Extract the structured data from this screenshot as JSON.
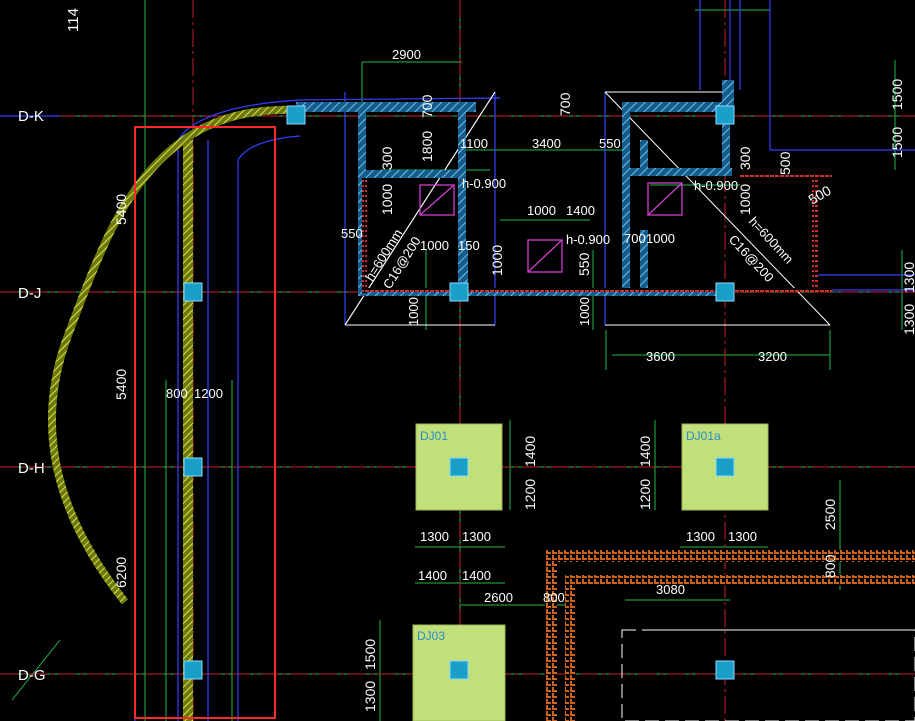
{
  "drawing": {
    "top_number": "114",
    "axes": {
      "dk": "D-K",
      "dj": "D-J",
      "dh": "D-H",
      "dg": "D-G"
    },
    "dims": {
      "d2900": "2900",
      "d3400": "3400",
      "d550a": "550",
      "d1100": "1100",
      "d700a": "700",
      "d700b": "700",
      "d1500a": "1500",
      "d1500b": "1500",
      "d1300r": "1300",
      "d1300r2": "1300",
      "d1800": "1800",
      "d300a": "300",
      "d1000a": "1000",
      "d550b": "550",
      "d1000b": "1000",
      "d150": "150",
      "d1000c": "1000",
      "d1400a": "1400",
      "d1000d": "1000",
      "d550c": "550",
      "d700c": "700",
      "d1000e": "1000",
      "d300b": "300",
      "d500a": "500",
      "d1000f": "1000",
      "d500b": "500",
      "d1000g": "1000",
      "d1000h": "1000",
      "d3600": "3600",
      "d3200": "3200",
      "d5400a": "5400",
      "d5400b": "5400",
      "d6200": "6200",
      "d800a": "800",
      "d1200a": "1200",
      "d1400b": "1400",
      "d1200b": "1200",
      "d1300a": "1300",
      "d1300b": "1300",
      "d1400c": "1400",
      "d1200c": "1200",
      "d1300c": "1300",
      "d1300d": "1300",
      "d2500": "2500",
      "d800b": "800",
      "d1400d": "1400",
      "d1400e": "1400",
      "d2600": "2600",
      "d800c": "800",
      "d3080": "3080",
      "d1500c": "1500",
      "d1300e": "1300"
    },
    "labels": {
      "h900a": "h-0.900",
      "h900b": "h-0.900",
      "h900c": "h-0.900",
      "h600a": "h=600mm",
      "c16a": "C16@200",
      "h600b": "h=600mm",
      "c16b": "C16@200",
      "dj01": "DJ01",
      "dj01a": "DJ01a",
      "dj03": "DJ03"
    }
  },
  "colors": {
    "background": "#000000",
    "grid_green": "#1fb84a",
    "axis_red": "#c8202a",
    "beam_blue": "#3340ff",
    "wall_cyan": "#3aa0d8",
    "footing": "#c2e07a",
    "selection": "#ff2a2a",
    "brick": "#c8641e"
  }
}
